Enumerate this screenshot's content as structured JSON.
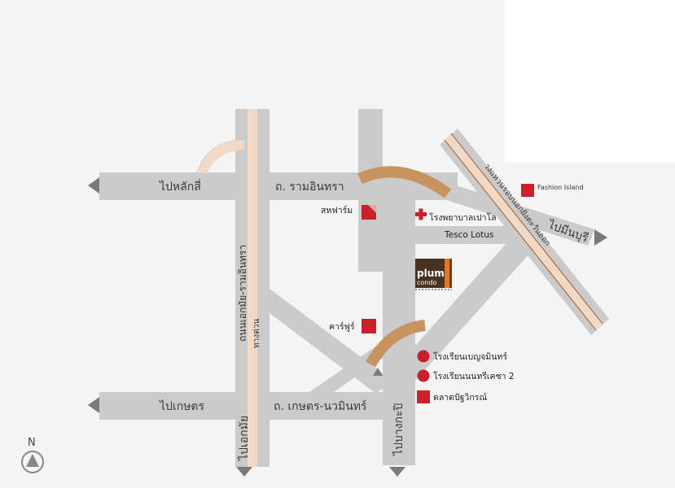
{
  "colors": {
    "background": "#f4f4f4",
    "top_right_panel": "#ffffff",
    "road": "#cbcbcb",
    "expressway": "#f1d9c6",
    "expressway_edge": "#a05a28",
    "bridge": "#c79460",
    "marker_red": "#c9202a",
    "arrow": "#7a7a7a",
    "plum_brown": "#4a3220",
    "plum_orange": "#e07a1f"
  },
  "roads": {
    "to_laksi": "ไปหลักสี่",
    "ramintra": "ถ. รามอินทรา",
    "to_minburi": "ไปมีนบุรี",
    "outer_ring": "วงแหวนรอบนอกฝั่งตะวันออก",
    "to_kaset": "ไปเกษตร",
    "kaset_nawamin": "ถ. เกษตร-นวมินทร์",
    "to_bangkapi": "ไปบางกะปิ",
    "to_ekamai": "ไปเอกมัย",
    "ekamai_ramintra": "ถนนเอกมัย-รามอินทรา",
    "expressway": "ทางด่วน"
  },
  "pois": {
    "fashion_island": "Fashion Island",
    "hospital": "โรงพยาบาลเปาโล",
    "tesco": "Tesco Lotus",
    "sahafarm": "สหฟาร์ม",
    "carrefour": "คาร์ฟูร์",
    "school_benjamin": "โรงเรียนเบญจมินทร์",
    "school_nonsi": "โรงเรียนนนทรีเคชา 2",
    "market": "ตลาดปัฐวิกรณ์"
  },
  "plum": {
    "line1": "plum",
    "line2": "condo"
  },
  "compass": "N"
}
